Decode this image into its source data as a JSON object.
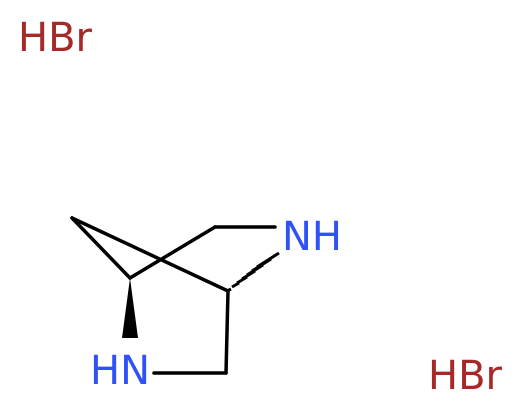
{
  "molecule": {
    "salts": [
      {
        "id": "salt-top-left",
        "text": "HBr"
      },
      {
        "id": "salt-bottom-right",
        "text": "HBr"
      }
    ],
    "atoms": [
      {
        "id": "nh-upper",
        "text": "NH"
      },
      {
        "id": "nh-lower",
        "text": "HN"
      }
    ]
  },
  "colors": {
    "bond": "#000000",
    "nitrogen": "#3050f8",
    "bromine": "#a62929",
    "background": "#ffffff"
  }
}
